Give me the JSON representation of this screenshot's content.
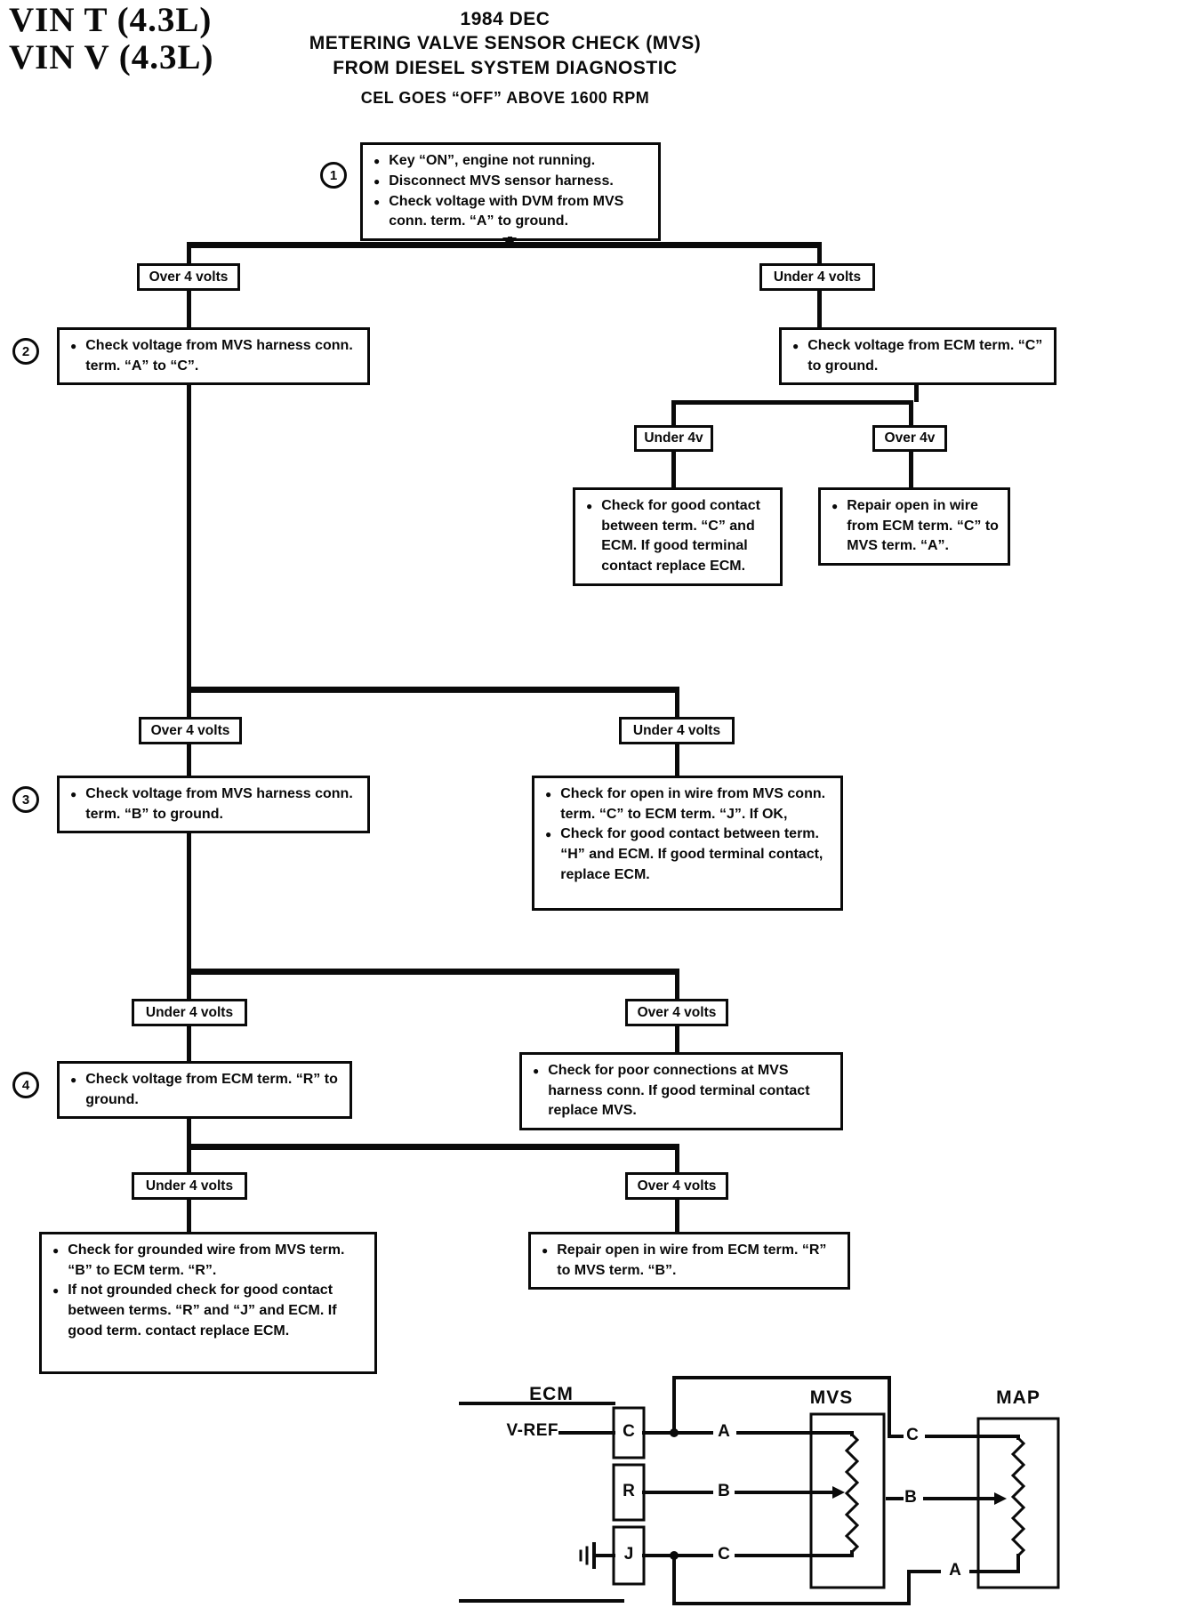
{
  "header": {
    "vin1": "VIN T (4.3L)",
    "vin2": "VIN V (4.3L)",
    "t1": "1984 DEC",
    "t2": "METERING VALVE SENSOR CHECK (MVS)",
    "t3": "FROM DIESEL SYSTEM DIAGNOSTIC",
    "sub": "CEL GOES “OFF” ABOVE 1600 RPM"
  },
  "steps": {
    "n1": "1",
    "n2": "2",
    "n3": "3",
    "n4": "4"
  },
  "branches": {
    "b1_left": "Over 4 volts",
    "b1_right": "Under 4 volts",
    "b2_left": "Under 4v",
    "b2_right": "Over 4v",
    "b3_left": "Over 4 volts",
    "b3_right": "Under 4 volts",
    "b4_left": "Under 4 volts",
    "b4_right": "Over 4 volts",
    "b5_left": "Under 4 volts",
    "b5_right": "Over 4 volts"
  },
  "boxes": {
    "step1": {
      "items": [
        "Key “ON”, engine not running.",
        "Disconnect MVS sensor harness.",
        "Check voltage with DVM from MVS conn. term. “A” to ground."
      ]
    },
    "step2": {
      "items": [
        "Check voltage from MVS harness conn. term. “A” to “C”."
      ]
    },
    "ecm_c": {
      "items": [
        "Check voltage from ECM term. “C” to ground."
      ]
    },
    "contact_c": {
      "items": [
        "Check for good contact between term. “C” and ECM. If good terminal contact replace ECM."
      ]
    },
    "repair_c_a": {
      "items": [
        "Repair open in wire from ECM term. “C” to MVS term. “A”."
      ]
    },
    "step3": {
      "items": [
        "Check voltage from MVS harness conn. term. “B” to ground."
      ]
    },
    "open_c_j": {
      "items": [
        "Check for open in wire from MVS conn. term. “C” to ECM term. “J”. If OK,",
        "Check for good contact between term. “H” and ECM. If good terminal contact, replace ECM."
      ]
    },
    "step4": {
      "items": [
        "Check voltage from ECM term. “R” to ground."
      ]
    },
    "poor_conn": {
      "items": [
        "Check for poor connections at MVS harness conn. If good terminal contact replace MVS."
      ]
    },
    "grounded": {
      "items": [
        "Check for grounded wire from MVS term. “B” to ECM term. “R”.",
        "If not grounded check for good contact between terms. “R” and “J” and ECM. If good term. contact replace ECM."
      ]
    },
    "repair_r_b": {
      "items": [
        "Repair open in wire from ECM term. “R” to MVS term. “B”."
      ]
    }
  },
  "schematic": {
    "ecm": "ECM",
    "mvs": "MVS",
    "map": "MAP",
    "vref": "V-REF",
    "ecm_c": "C",
    "ecm_r": "R",
    "ecm_j": "J",
    "mvs_a": "A",
    "mvs_b": "B",
    "mvs_c": "C",
    "map_c": "C",
    "map_b": "B",
    "map_a": "A"
  },
  "colors": {
    "ink": "#0a0a0a",
    "paper": "#ffffff"
  }
}
